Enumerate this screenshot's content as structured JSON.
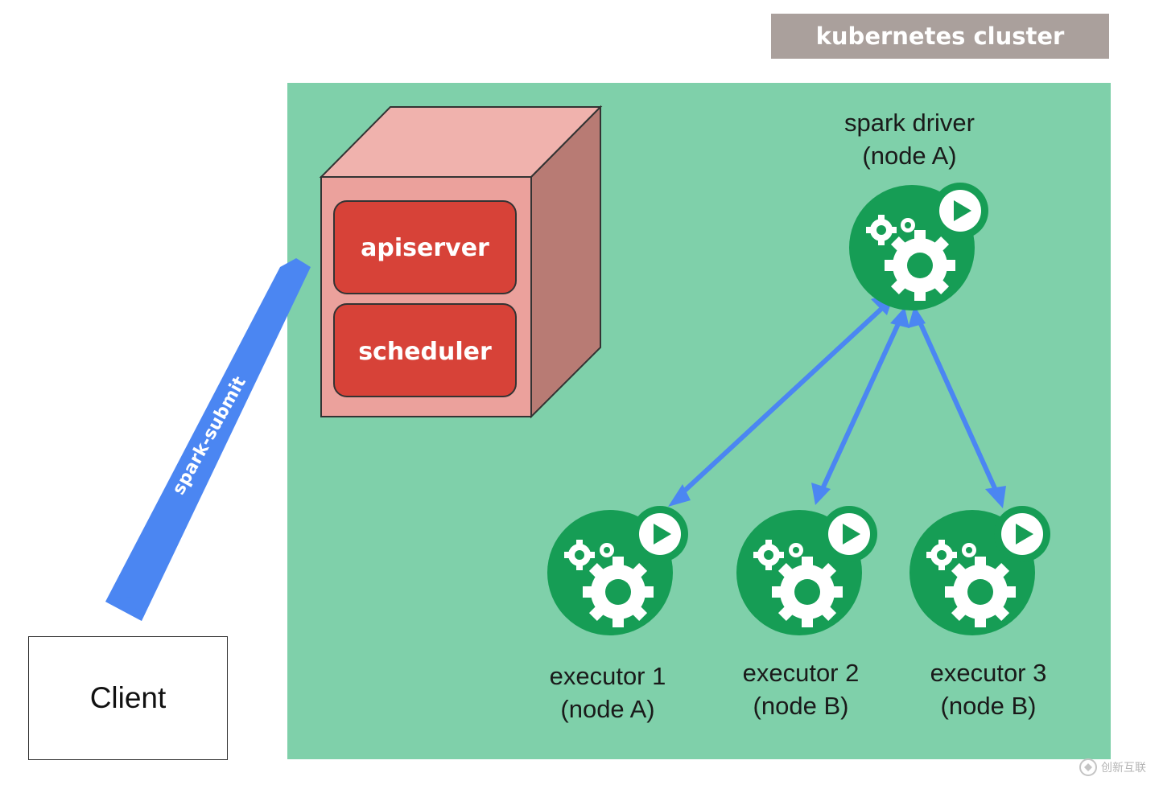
{
  "cluster": {
    "title": "kubernetes cluster"
  },
  "control_plane": {
    "components": [
      "apiserver",
      "scheduler"
    ]
  },
  "driver": {
    "name": "spark driver",
    "node": "(node A)"
  },
  "executors": [
    {
      "name": "executor 1",
      "node": "(node A)"
    },
    {
      "name": "executor 2",
      "node": "(node B)"
    },
    {
      "name": "executor 3",
      "node": "(node B)"
    }
  ],
  "client": {
    "label": "Client"
  },
  "submit_arrow": {
    "label": "spark-submit"
  },
  "watermark": {
    "text": "创新互联"
  },
  "colors": {
    "cluster_bg": "#7fd0aa",
    "tag_bg": "#aaa09c",
    "arrow_blue": "#4b86f2",
    "spark_green": "#169d55",
    "box_pink": "#eba19c",
    "pill_red": "#d74238"
  },
  "icons": [
    "gear-icon",
    "play-icon",
    "spark-pod-icon",
    "server-box-icon"
  ]
}
